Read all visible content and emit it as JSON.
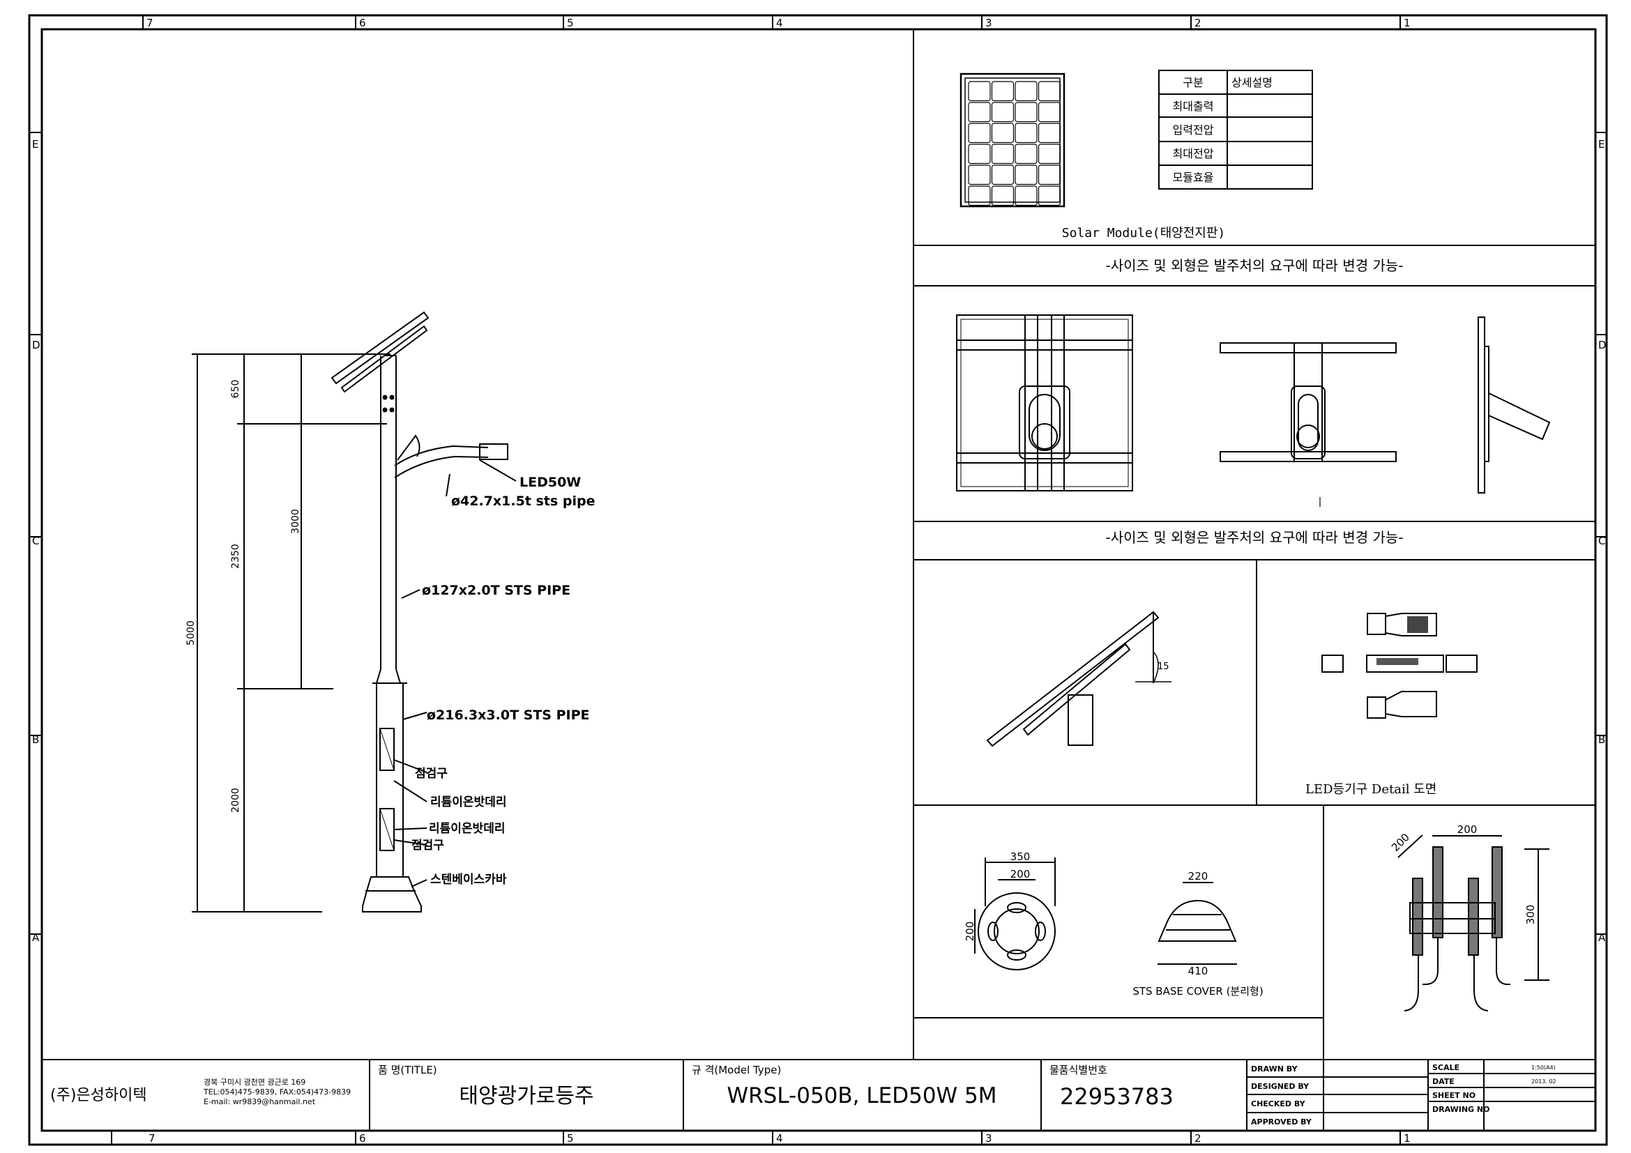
{
  "frame": {
    "col_labels": [
      "7",
      "6",
      "5",
      "4",
      "3",
      "2",
      "1"
    ],
    "row_labels": [
      "E",
      "D",
      "C",
      "B",
      "A"
    ]
  },
  "pole": {
    "dims": {
      "d650": "650",
      "d3000": "3000",
      "d2350": "2350",
      "d5000": "5000",
      "d2000": "2000"
    },
    "labels": {
      "led": "LED50W",
      "arm_pipe": "ø42.7x1.5t sts pipe",
      "upper_pipe": "ø127x2.0T STS PIPE",
      "lower_pipe": "ø216.3x3.0T STS PIPE",
      "inspection1": "점검구",
      "battery1": "리튬이온밧데리",
      "battery2": "리튬이온밧데리",
      "inspection2": "점검구",
      "base_cover": "스텐베이스카바"
    }
  },
  "solar": {
    "table": {
      "header": [
        "구분",
        "상세설명"
      ],
      "rows": [
        "최대출력",
        "입력전압",
        "최대전압",
        "모듈효율"
      ]
    },
    "caption": "Solar Module(태양전지판)"
  },
  "notes": {
    "note1": "-사이즈 및 외형은 발주처의 요구에 따라 변경 가능-",
    "note2": "-사이즈 및 외형은 발주처의 요구에 따라 변경 가능-"
  },
  "bracket": {
    "angle_label": "15",
    "small_mark": "|"
  },
  "led_detail": {
    "caption": "LED등기구  Detail 도면"
  },
  "base_cover": {
    "dims": {
      "d350": "350",
      "d200a": "200",
      "d200b": "200",
      "d220": "220",
      "d410": "410"
    },
    "caption": "STS BASE COVER (분리형)"
  },
  "anchor": {
    "dims": {
      "d200a": "200",
      "d200b": "200",
      "d300": "300"
    }
  },
  "title_block": {
    "company": "(주)은성하이텍",
    "address": "경북 구미시 광천면 광근로 169",
    "tel": "TEL:054)475-9839, FAX:054)473-9839",
    "email": "E-mail: wr9839@hanmail.net",
    "title_label": "품 명(TITLE)",
    "title_value": "태양광가로등주",
    "model_label": "규 격(Model Type)",
    "model_value": "WRSL-050B, LED50W 5M",
    "id_label": "물품식별번호",
    "id_value": "22953783",
    "roles": [
      "DRAWN BY",
      "DESIGNED BY",
      "CHECKED BY",
      "APPROVED BY"
    ],
    "meta_labels": [
      "SCALE",
      "DATE",
      "SHEET NO",
      "DRAWING NO"
    ],
    "scale_value": "1:50(A4)",
    "date_value": "2013. 02"
  }
}
